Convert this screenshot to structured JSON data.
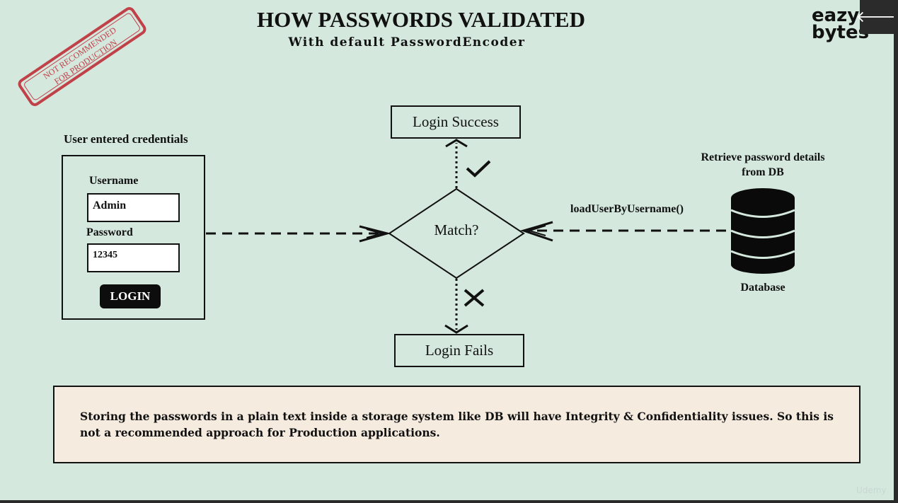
{
  "title": "HOW PASSWORDS VALIDATED",
  "subtitle": "With default PasswordEncoder",
  "stamp": {
    "line1": "NOT RECOMMENDED",
    "line2": "FOR PRODUCTION"
  },
  "logo": {
    "line1": "eazy",
    "line2": "bytes"
  },
  "back_button": "🡐",
  "credentials": {
    "heading": "User entered credentials",
    "username_label": "Username",
    "username_value": "Admin",
    "password_label": "Password",
    "password_value": "12345",
    "login_label": "LOGIN"
  },
  "decision": {
    "label": "Match?"
  },
  "success_label": "Login Success",
  "fail_label": "Login Fails",
  "db": {
    "retrieve_line1": "Retrieve password details",
    "retrieve_line2": "from DB",
    "method": "loadUserByUsername()",
    "label": "Database"
  },
  "note": "Storing the passwords in a plain text inside a storage system like DB will have Integrity & Confidentiality issues. So this is not a recommended approach for Production applications.",
  "watermark": "Udemy",
  "colors": {
    "slide_bg": "#d4e8dd",
    "note_bg": "#f5ebdf",
    "stamp": "#c0303a"
  }
}
